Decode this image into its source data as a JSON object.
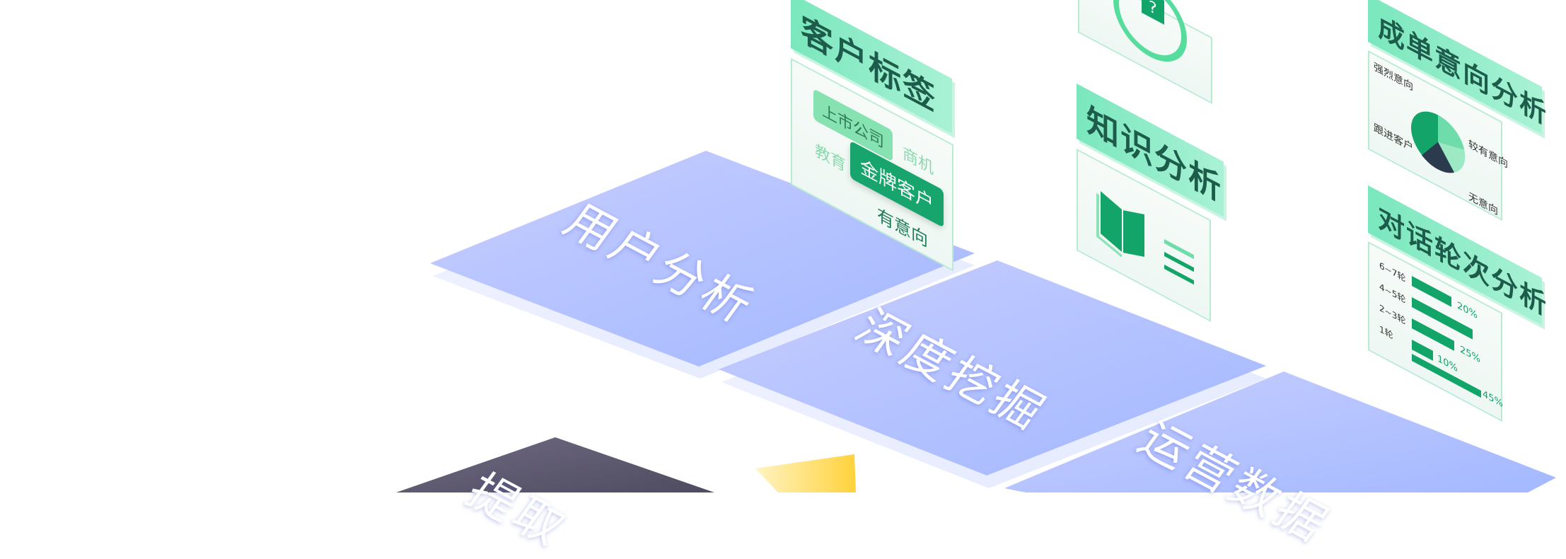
{
  "platforms": {
    "user_analysis": "用户分析",
    "deep_mining": "深度挖掘",
    "ops_data": "运营数据",
    "extract": "提取"
  },
  "cards": {
    "customer_tags": {
      "title": "客户标签",
      "tags": [
        "上市公司",
        "商机",
        "金牌客户",
        "教育",
        "有意向"
      ]
    },
    "knowledge": {
      "title": "知识分析"
    },
    "intent": {
      "title": "成单意向分析",
      "labels": [
        "强烈意向",
        "较有意向",
        "跟进客户",
        "无意向"
      ]
    },
    "rounds": {
      "title": "对话轮次分析",
      "rows": [
        {
          "label": "6~7轮",
          "pct": "20%",
          "value": 20
        },
        {
          "label": "4~5轮",
          "pct": "25%",
          "value": 25
        },
        {
          "label": "2~3轮",
          "pct": "",
          "value": 30
        },
        {
          "label": "1轮",
          "pct": "10%",
          "value": 10
        }
      ],
      "extra_pct": "45%"
    }
  },
  "colors": {
    "tile": "#a9b8ff",
    "accent": "#13a46a",
    "card_head": "#7ae7bd",
    "dark_tile": "#5e5a6f",
    "yellow": "#ffd84a"
  }
}
